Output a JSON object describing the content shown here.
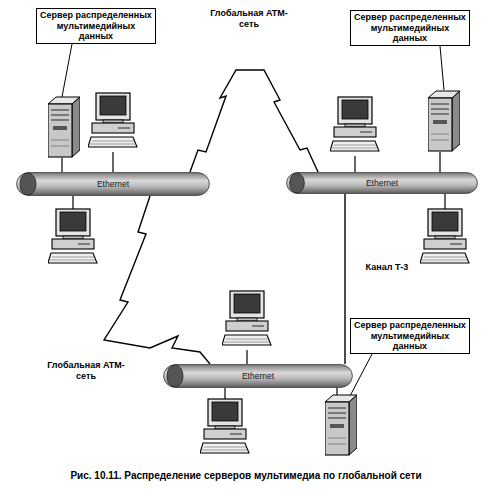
{
  "diagram": {
    "caption": "Рис. 10.11. Распределение серверов мультимедиа по глобальной сети",
    "nodes": [
      {
        "text": [
          "Сервер распределенных мультимедийных данных"
        ]
      },
      {
        "text": [
          "Сервер распределенных мультимедийных данных"
        ]
      },
      {
        "text": [
          "Ethernet"
        ]
      },
      {
        "text": [
          "Ethernet"
        ]
      },
      {
        "text": [
          "Ethernet"
        ]
      },
      {
        "text": [
          "Сервер распределенных мультимедийных данных"
        ]
      }
    ],
    "edges": [
      {
        "from": 2,
        "to": 3,
        "label": "Глобальная ATM-сеть",
        "arrow": "none"
      },
      {
        "from": 2,
        "to": 4,
        "label": "Глобальная ATM-сеть",
        "arrow": "none"
      },
      {
        "from": 3,
        "to": 4,
        "label": "Канал Т-3",
        "arrow": "none"
      }
    ]
  }
}
